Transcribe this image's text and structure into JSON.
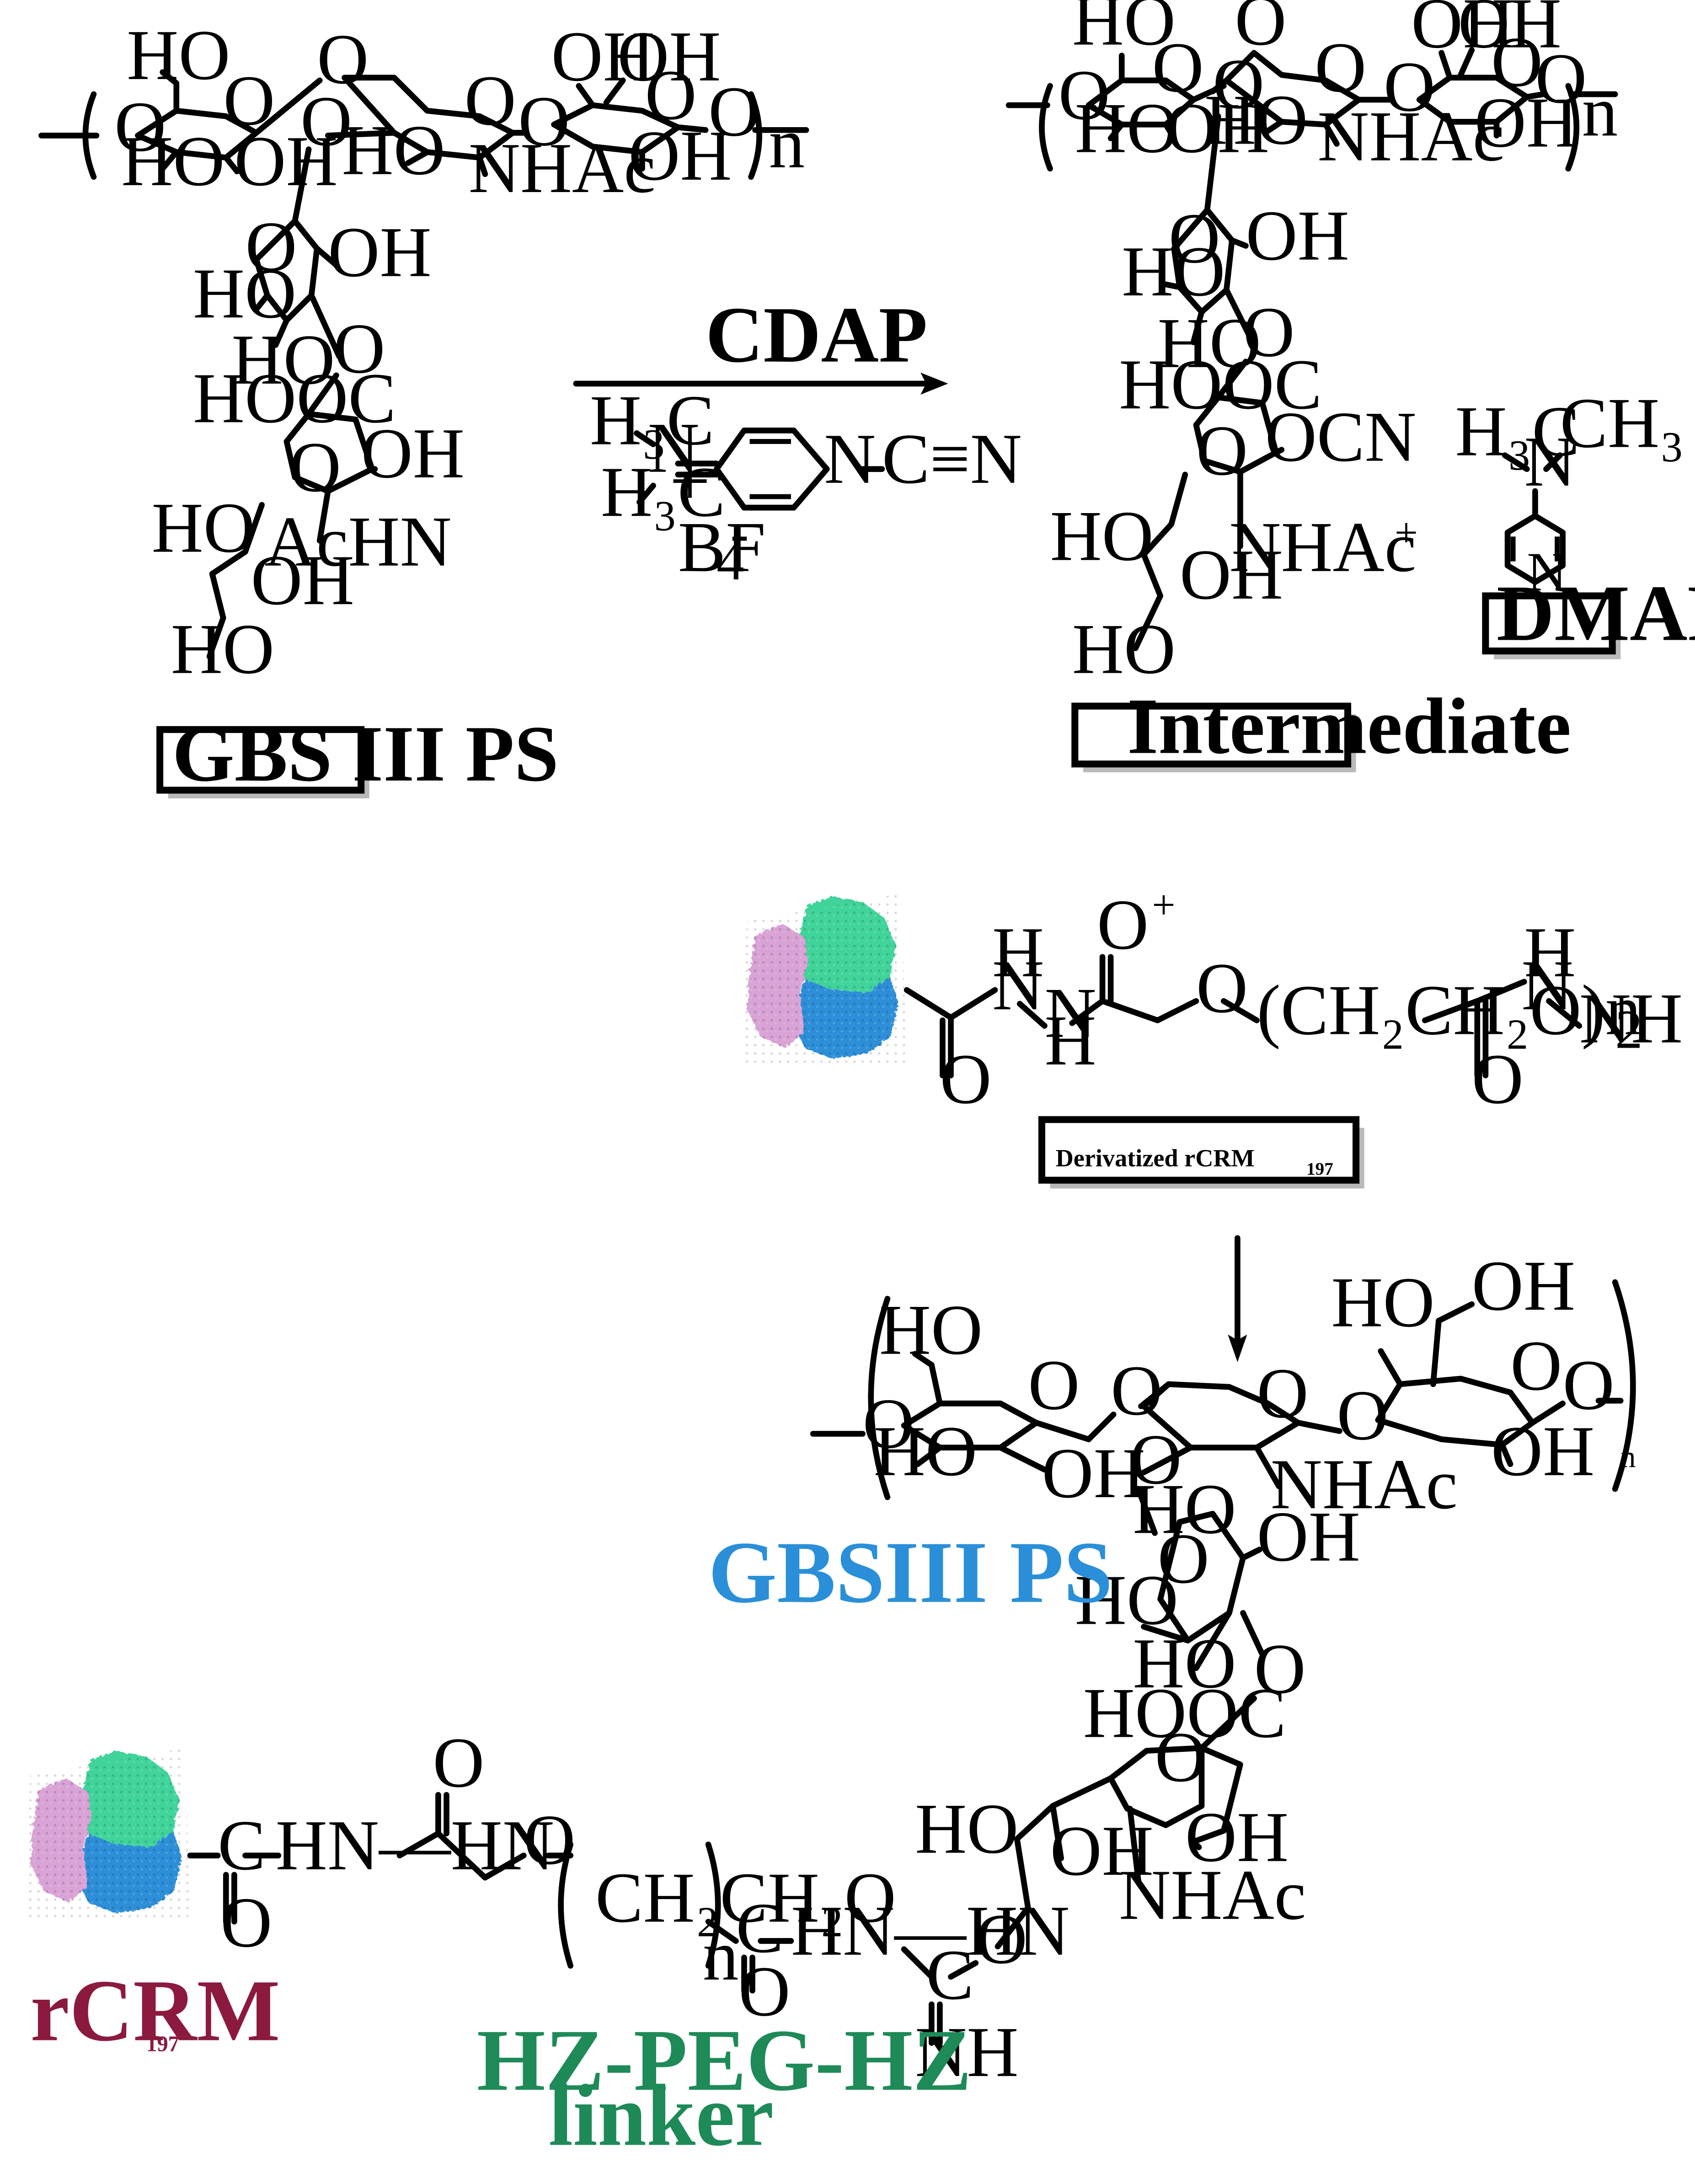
{
  "labels": {
    "gbs_iii_ps": "GBS III PS",
    "intermediate": "Intermediate",
    "dmap": "DMAP",
    "derivatized_rcrm": "Derivatized rCRM",
    "derivatized_rcrm_sub": "197",
    "gbsiii_ps": "GBSIII PS",
    "rcrm": "rCRM",
    "rcrm_sub": "197",
    "linker_line1": "HZ-PEG-HZ",
    "linker_line2": "linker"
  },
  "reagent": {
    "name": "CDAP",
    "counter_ion": "BF",
    "counter_ion_sub": "4",
    "counter_ion_sup": "-"
  },
  "groups": {
    "ho": "HO",
    "oh": "OH",
    "o": "O",
    "n": "n",
    "nhac": "NHAc",
    "achn": "AcHN",
    "hooc": "HOOC",
    "ocn": "OCN",
    "nh": "NH",
    "nh2": "NH",
    "nh2_sub": "2",
    "h": "H",
    "n_atom": "N",
    "cn": "C≡N",
    "hn_hn": "HN—HN",
    "c": "C",
    "peg": "(CH₂CH₂O)n",
    "peg_bottom": "CH₂CH₂O",
    "h3c": "H₃C",
    "ch3": "CH₃",
    "plus": "+"
  },
  "colors": {
    "gbsiii_label": "#2a8fd8",
    "rcrm_label": "#8b1a3e",
    "linker_label": "#1e8a57",
    "protein_green": "#3fd39a",
    "protein_blue": "#2f8fd8",
    "protein_pink": "#d9a3d6"
  },
  "icons": [
    "protein-surface-icon",
    "reaction-arrow-icon"
  ]
}
